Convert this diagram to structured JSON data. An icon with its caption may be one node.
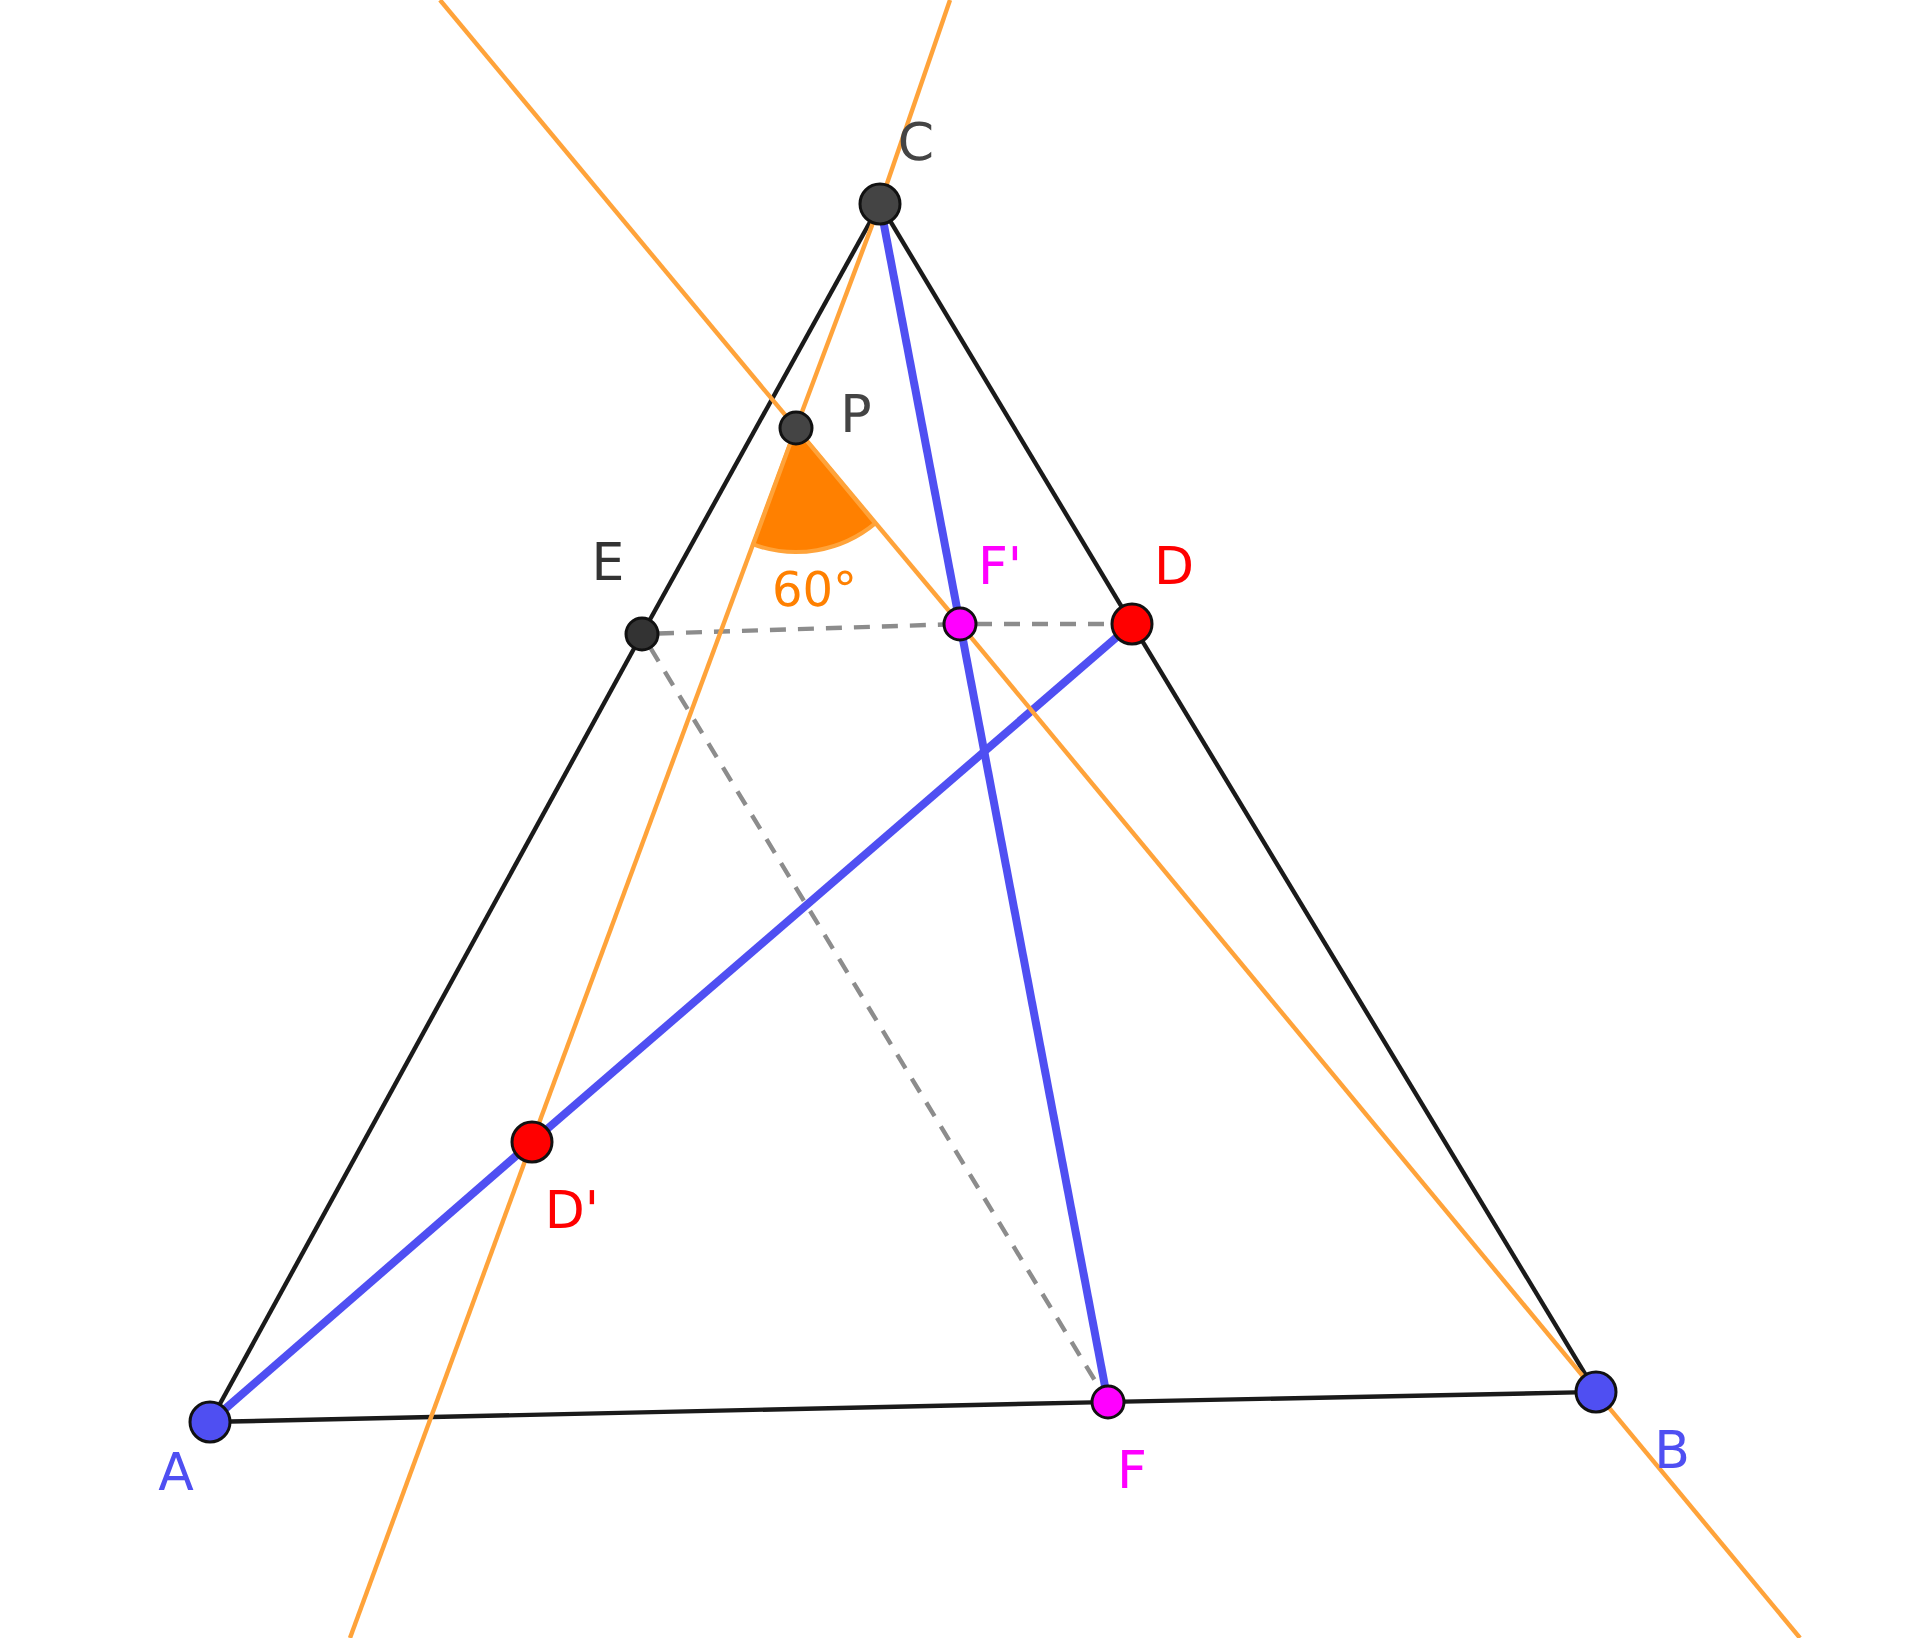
{
  "diagram": {
    "nodes": [
      {
        "text": [
          "A"
        ]
      },
      {
        "text": [
          "B"
        ]
      },
      {
        "text": [
          "C"
        ]
      },
      {
        "text": [
          "D"
        ]
      },
      {
        "text": [
          "E"
        ]
      },
      {
        "text": [
          "F"
        ]
      },
      {
        "text": [
          "P"
        ]
      },
      {
        "text": [
          "D'"
        ]
      },
      {
        "text": [
          "F'"
        ]
      }
    ],
    "edges": [
      {
        "from": 0,
        "to": 5,
        "arrow": "none",
        "color": "#1a1a1a"
      },
      {
        "from": 5,
        "to": 1,
        "arrow": "none",
        "color": "#1a1a1a"
      },
      {
        "from": 1,
        "to": 3,
        "arrow": "none",
        "color": "#1a1a1a"
      },
      {
        "from": 3,
        "to": 2,
        "arrow": "none",
        "color": "#1a1a1a"
      },
      {
        "from": 2,
        "to": 4,
        "arrow": "none",
        "color": "#1a1a1a"
      },
      {
        "from": 4,
        "to": 0,
        "arrow": "none",
        "color": "#1a1a1a"
      },
      {
        "from": 0,
        "to": 7,
        "arrow": "none",
        "style": "thick",
        "color": "#4f4ff2"
      },
      {
        "from": 7,
        "to": 3,
        "arrow": "none",
        "style": "thick",
        "color": "#4f4ff2"
      },
      {
        "from": 2,
        "to": 8,
        "arrow": "none",
        "style": "thick",
        "color": "#4f4ff2"
      },
      {
        "from": 8,
        "to": 5,
        "arrow": "none",
        "style": "thick",
        "color": "#4f4ff2"
      },
      {
        "from": 4,
        "to": 8,
        "arrow": "none",
        "style": "dashed",
        "color": "#8c8c8c"
      },
      {
        "from": 8,
        "to": 3,
        "arrow": "none",
        "style": "dashed",
        "color": "#8c8c8c"
      },
      {
        "from": 4,
        "to": 5,
        "arrow": "none",
        "style": "dashed",
        "color": "#8c8c8c"
      },
      {
        "from": null,
        "to": 2,
        "arrow": "none",
        "color": "#ffa33a"
      },
      {
        "from": 2,
        "to": 6,
        "arrow": "none",
        "color": "#ffa33a"
      },
      {
        "from": 6,
        "to": 7,
        "arrow": "none",
        "color": "#ffa33a"
      },
      {
        "from": 7,
        "to": null,
        "arrow": "none",
        "color": "#ffa33a"
      },
      {
        "from": null,
        "to": 6,
        "arrow": "none",
        "color": "#ffa33a"
      },
      {
        "from": 6,
        "to": 8,
        "arrow": "none",
        "color": "#ffa33a"
      },
      {
        "from": 8,
        "to": 1,
        "arrow": "none",
        "color": "#ffa33a"
      },
      {
        "from": 1,
        "to": null,
        "arrow": "none",
        "color": "#ffa33a"
      }
    ],
    "labels": [
      "60°"
    ]
  }
}
